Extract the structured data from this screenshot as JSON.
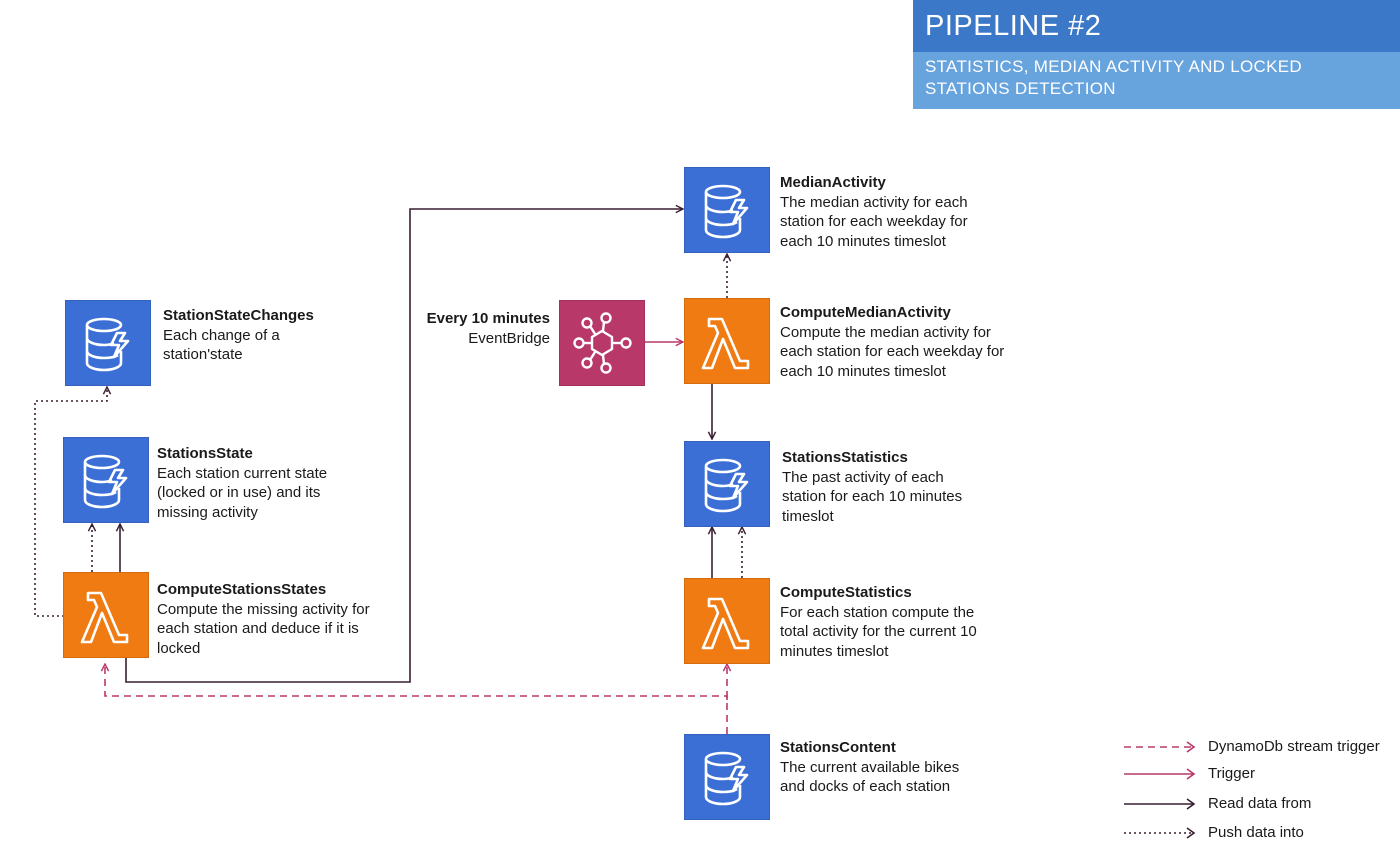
{
  "header": {
    "title": "PIPELINE #2",
    "subtitle": "STATISTICS, MEDIAN ACTIVITY AND LOCKED\nSTATIONS DETECTION"
  },
  "nodes": {
    "station_state_changes": {
      "title": "StationStateChanges",
      "desc": "Each change of a\nstation'state",
      "icon": "dynamodb-icon"
    },
    "stations_state": {
      "title": "StationsState",
      "desc": "Each station current state\n(locked or in use) and its\nmissing activity",
      "icon": "dynamodb-icon"
    },
    "compute_stations_states": {
      "title": "ComputeStationsStates",
      "desc": "Compute the missing activity for\neach station and deduce if it is\nlocked",
      "icon": "lambda-icon"
    },
    "median_activity": {
      "title": "MedianActivity",
      "desc": "The median activity for each\nstation for each weekday for\neach 10 minutes timeslot",
      "icon": "dynamodb-icon"
    },
    "compute_median_activity": {
      "title": "ComputeMedianActivity",
      "desc": "Compute the median activity for\neach station for each weekday for\neach 10 minutes timeslot",
      "icon": "lambda-icon"
    },
    "stations_statistics": {
      "title": "StationsStatistics",
      "desc": "The past activity of each\nstation for each 10 minutes\ntimeslot",
      "icon": "dynamodb-icon"
    },
    "compute_statistics": {
      "title": "ComputeStatistics",
      "desc": "For each station compute the\ntotal activity for the current 10\nminutes timeslot",
      "icon": "lambda-icon"
    },
    "stations_content": {
      "title": "StationsContent",
      "desc": "The current available bikes\nand docks of each station",
      "icon": "dynamodb-icon"
    }
  },
  "eventbridge": {
    "schedule": "Every 10 minutes",
    "name": "EventBridge",
    "icon": "eventbridge-icon"
  },
  "legend": [
    {
      "style": "dashed",
      "label": "DynamoDb stream trigger"
    },
    {
      "style": "solid-pink",
      "label": "Trigger"
    },
    {
      "style": "solid-dark",
      "label": "Read data from"
    },
    {
      "style": "dotted",
      "label": "Push data into"
    }
  ],
  "colors": {
    "header_dark": "#3c78c8",
    "header_light": "#67a3dd",
    "dynamodb": "#3b6fd6",
    "lambda": "#ef7b12",
    "eventbridge": "#b9386a",
    "arrow_pink": "#b9386a",
    "arrow_dark": "#3a1f33"
  }
}
